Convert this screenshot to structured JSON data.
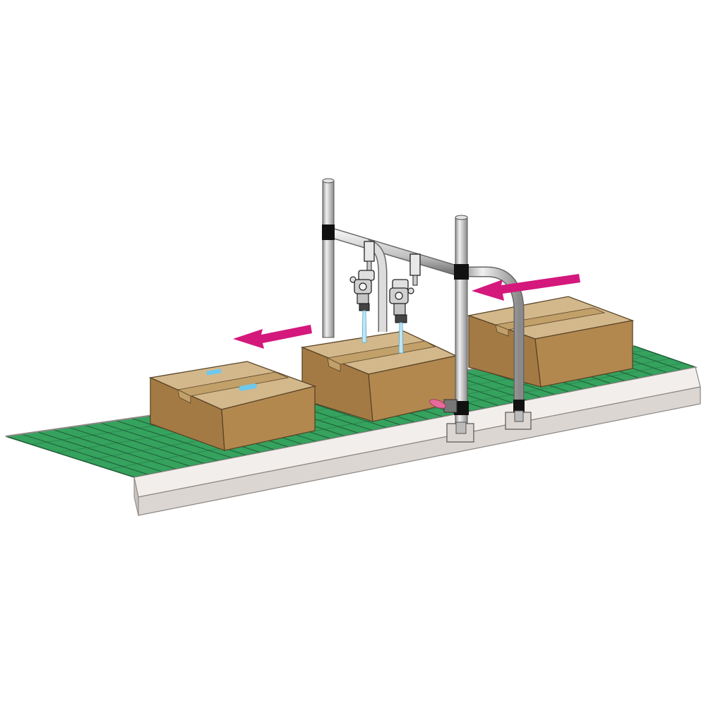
{
  "scene": {
    "conveyor": {
      "belt_color": "#35a25e",
      "belt_line_color": "#1f5c36",
      "rail_color": "#dcd6d2",
      "rail_edge_color": "#8c8784"
    },
    "boxes": [
      {
        "position": "left",
        "label_marks": "tape-labels"
      },
      {
        "position": "center"
      },
      {
        "position": "right"
      }
    ],
    "box_colors": {
      "top": "#d3b88c",
      "front": "#b2884f",
      "side": "#a47a44",
      "tape": "#c1a06a"
    },
    "frame": {
      "pipe_color": "#c9c9c9",
      "pipe_shade": "#8e8e8e",
      "joint_color": "#111111"
    },
    "spray_nozzles": [
      {
        "position": "left"
      },
      {
        "position": "right"
      }
    ],
    "arrows": [
      {
        "direction": "left",
        "position": "upper-left"
      },
      {
        "direction": "left",
        "position": "upper-right"
      }
    ],
    "arrow_color": "#d4187c",
    "sensor_color": "#e66a9a",
    "label_mark_color": "#6ec8ee"
  }
}
